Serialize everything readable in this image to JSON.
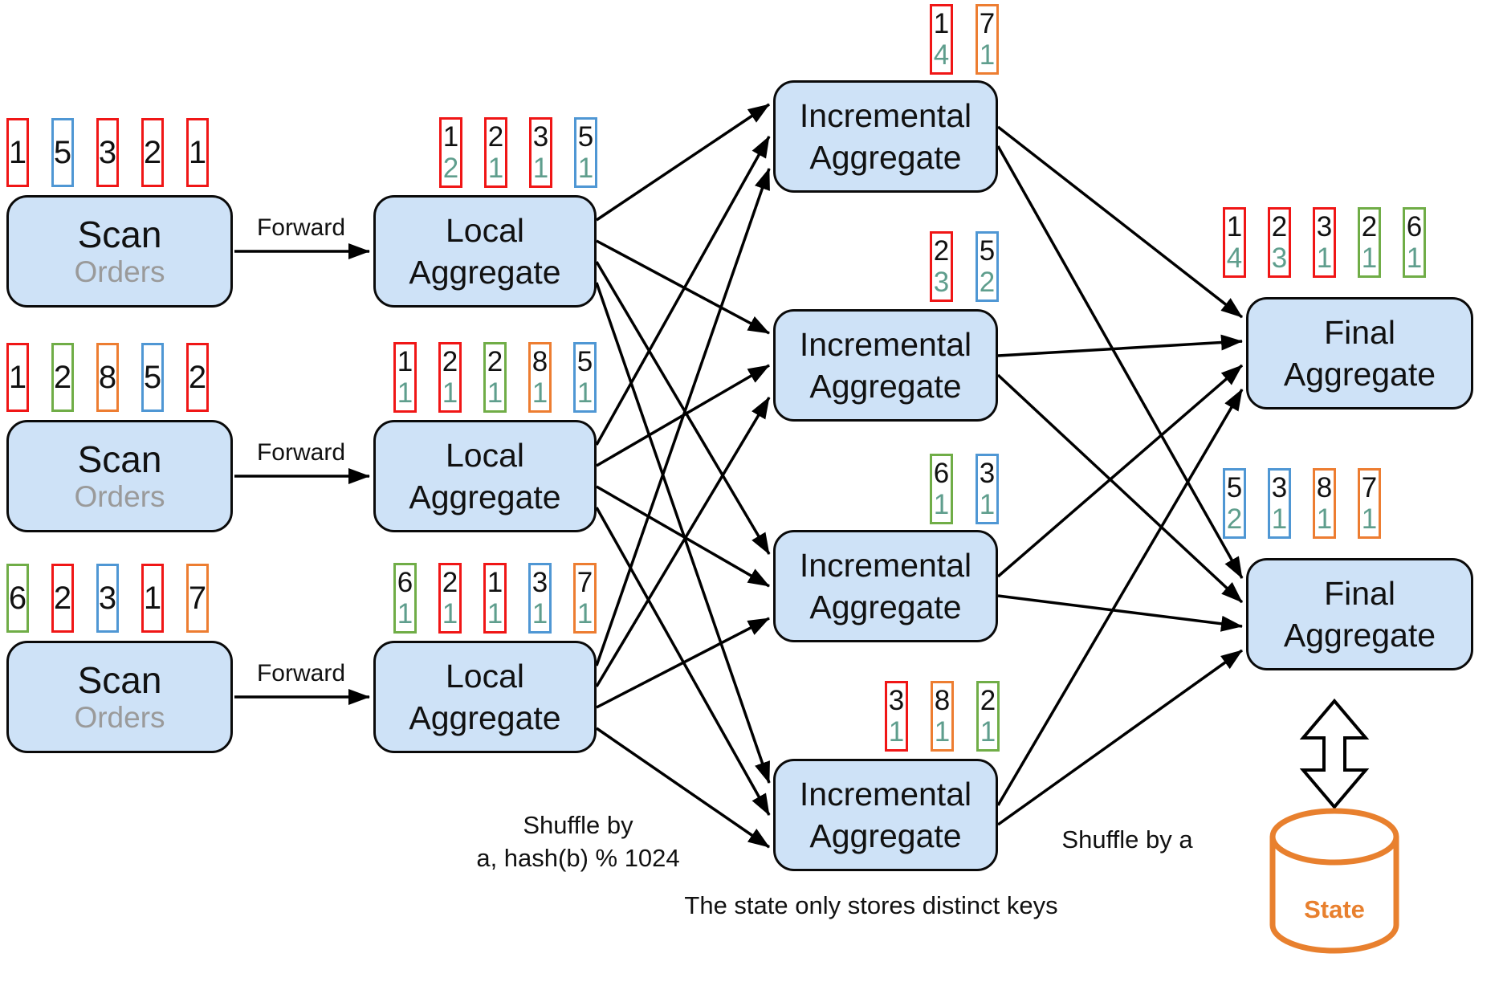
{
  "colors": {
    "red": "#f01616",
    "blue": "#4f97d4",
    "green": "#70ad47",
    "orange": "#ed7d31",
    "teal": "#5f9e8d",
    "node_fill": "#cee2f7",
    "node_border": "#0a0a0a",
    "state_orange": "#e8802e",
    "subtitle_gray": "#9a9a9a",
    "edge_black": "#000000"
  },
  "nodes": {
    "scans": [
      {
        "title": "Scan",
        "subtitle": "Orders",
        "edge_label": "Forward",
        "tokens": [
          {
            "value": "1",
            "color": "red"
          },
          {
            "value": "5",
            "color": "blue"
          },
          {
            "value": "3",
            "color": "red"
          },
          {
            "value": "2",
            "color": "red"
          },
          {
            "value": "1",
            "color": "red"
          }
        ]
      },
      {
        "title": "Scan",
        "subtitle": "Orders",
        "edge_label": "Forward",
        "tokens": [
          {
            "value": "1",
            "color": "red"
          },
          {
            "value": "2",
            "color": "green"
          },
          {
            "value": "8",
            "color": "orange"
          },
          {
            "value": "5",
            "color": "blue"
          },
          {
            "value": "2",
            "color": "red"
          }
        ]
      },
      {
        "title": "Scan",
        "subtitle": "Orders",
        "edge_label": "Forward",
        "tokens": [
          {
            "value": "6",
            "color": "green"
          },
          {
            "value": "2",
            "color": "red"
          },
          {
            "value": "3",
            "color": "blue"
          },
          {
            "value": "1",
            "color": "red"
          },
          {
            "value": "7",
            "color": "orange"
          }
        ]
      }
    ],
    "locals": [
      {
        "lines": [
          "Local",
          "Aggregate"
        ],
        "tuples": [
          {
            "key": "1",
            "count": "2",
            "color": "red"
          },
          {
            "key": "2",
            "count": "1",
            "color": "red"
          },
          {
            "key": "3",
            "count": "1",
            "color": "red"
          },
          {
            "key": "5",
            "count": "1",
            "color": "blue"
          }
        ]
      },
      {
        "lines": [
          "Local",
          "Aggregate"
        ],
        "tuples": [
          {
            "key": "1",
            "count": "1",
            "color": "red"
          },
          {
            "key": "2",
            "count": "1",
            "color": "red"
          },
          {
            "key": "2",
            "count": "1",
            "color": "green"
          },
          {
            "key": "8",
            "count": "1",
            "color": "orange"
          },
          {
            "key": "5",
            "count": "1",
            "color": "blue"
          }
        ]
      },
      {
        "lines": [
          "Local",
          "Aggregate"
        ],
        "tuples": [
          {
            "key": "6",
            "count": "1",
            "color": "green"
          },
          {
            "key": "2",
            "count": "1",
            "color": "red"
          },
          {
            "key": "1",
            "count": "1",
            "color": "red"
          },
          {
            "key": "3",
            "count": "1",
            "color": "blue"
          },
          {
            "key": "7",
            "count": "1",
            "color": "orange"
          }
        ]
      }
    ],
    "incrementals": [
      {
        "lines": [
          "Incremental",
          "Aggregate"
        ],
        "tuples": [
          {
            "key": "1",
            "count": "4",
            "color": "red"
          },
          {
            "key": "7",
            "count": "1",
            "color": "orange"
          }
        ]
      },
      {
        "lines": [
          "Incremental",
          "Aggregate"
        ],
        "tuples": [
          {
            "key": "2",
            "count": "3",
            "color": "red"
          },
          {
            "key": "5",
            "count": "2",
            "color": "blue"
          }
        ]
      },
      {
        "lines": [
          "Incremental",
          "Aggregate"
        ],
        "tuples": [
          {
            "key": "6",
            "count": "1",
            "color": "green"
          },
          {
            "key": "3",
            "count": "1",
            "color": "blue"
          }
        ]
      },
      {
        "lines": [
          "Incremental",
          "Aggregate"
        ],
        "tuples": [
          {
            "key": "3",
            "count": "1",
            "color": "red"
          },
          {
            "key": "8",
            "count": "1",
            "color": "orange"
          },
          {
            "key": "2",
            "count": "1",
            "color": "green"
          }
        ]
      }
    ],
    "finals": [
      {
        "lines": [
          "Final",
          "Aggregate"
        ],
        "tuples": [
          {
            "key": "1",
            "count": "4",
            "color": "red"
          },
          {
            "key": "2",
            "count": "3",
            "color": "red"
          },
          {
            "key": "3",
            "count": "1",
            "color": "red"
          },
          {
            "key": "2",
            "count": "1",
            "color": "green"
          },
          {
            "key": "6",
            "count": "1",
            "color": "green"
          }
        ]
      },
      {
        "lines": [
          "Final",
          "Aggregate"
        ],
        "tuples": [
          {
            "key": "5",
            "count": "2",
            "color": "blue"
          },
          {
            "key": "3",
            "count": "1",
            "color": "blue"
          },
          {
            "key": "8",
            "count": "1",
            "color": "orange"
          },
          {
            "key": "7",
            "count": "1",
            "color": "orange"
          }
        ]
      }
    ]
  },
  "topology": {
    "scan_to_local": "one-to-one",
    "local_to_incremental": "all-to-all",
    "incremental_to_final": "all-to-all"
  },
  "annotations": {
    "shuffle_hash_line1": "Shuffle by",
    "shuffle_hash_line2": "a, hash(b) % 1024",
    "shuffle_a": "Shuffle by a",
    "state_note": "The state only stores distinct keys",
    "state_label": "State"
  }
}
